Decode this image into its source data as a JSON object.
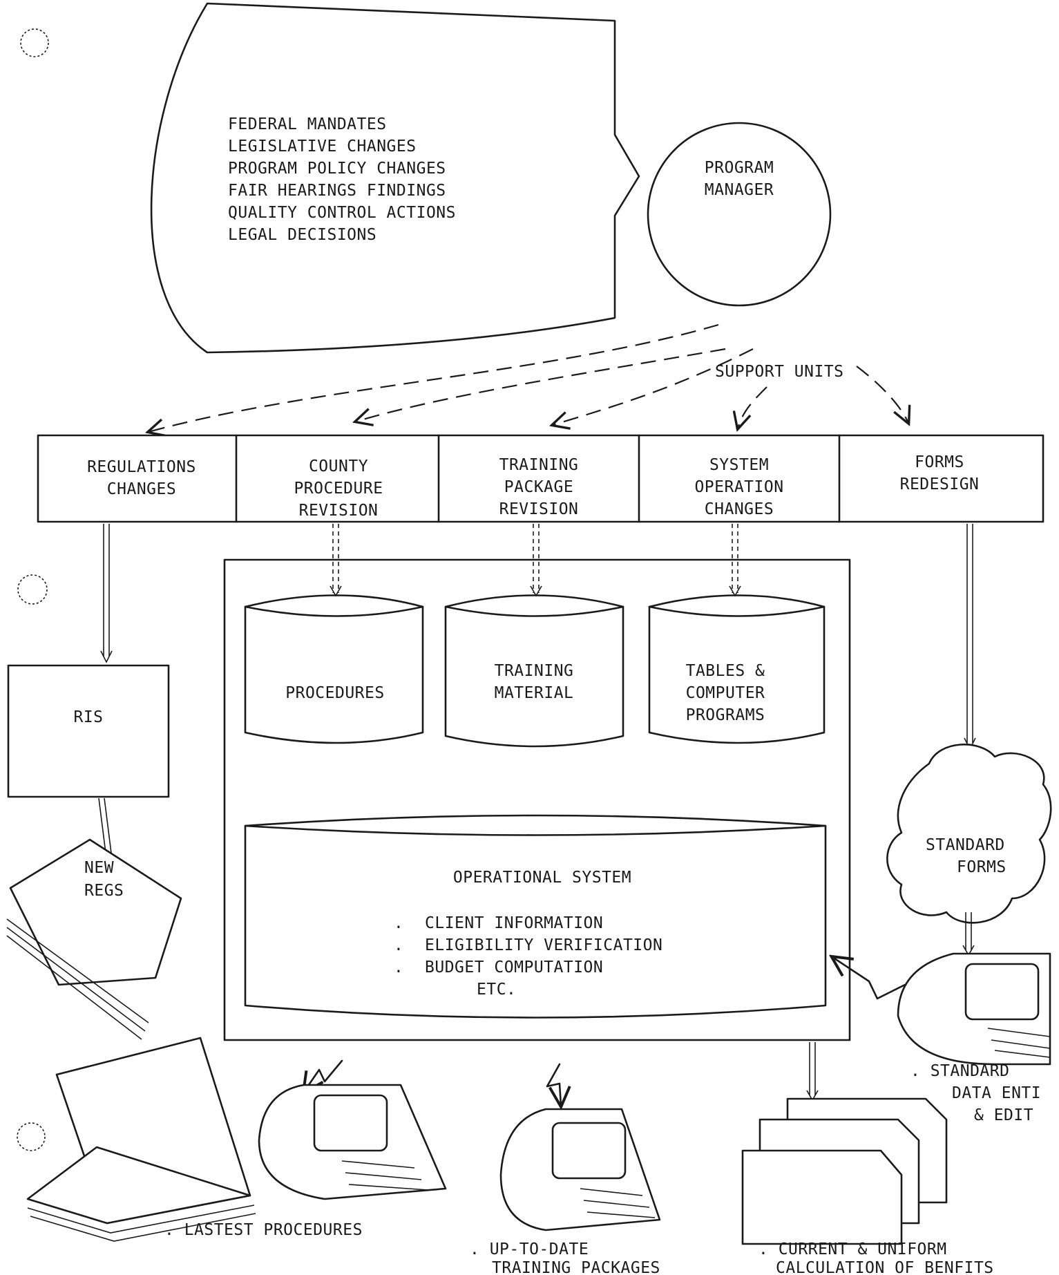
{
  "input_shape": {
    "lines": [
      "FEDERAL MANDATES",
      "LEGISLATIVE CHANGES",
      "PROGRAM POLICY CHANGES",
      "FAIR HEARINGS FINDINGS",
      "QUALITY CONTROL ACTIONS",
      "LEGAL DECISIONS"
    ]
  },
  "manager": {
    "line1": "PROGRAM",
    "line2": "MANAGER"
  },
  "support_units_label": "SUPPORT UNITS",
  "units": [
    {
      "lines": [
        "REGULATIONS",
        "CHANGES"
      ]
    },
    {
      "lines": [
        "COUNTY",
        "PROCEDURE",
        "REVISION"
      ]
    },
    {
      "lines": [
        "TRAINING",
        "PACKAGE",
        "REVISION"
      ]
    },
    {
      "lines": [
        "SYSTEM",
        "OPERATION",
        "CHANGES"
      ]
    },
    {
      "lines": [
        "FORMS",
        "REDESIGN"
      ]
    }
  ],
  "stores": [
    {
      "lines": [
        "PROCEDURES"
      ]
    },
    {
      "lines": [
        "TRAINING",
        "MATERIAL"
      ]
    },
    {
      "lines": [
        "TABLES &",
        "COMPUTER",
        "PROGRAMS"
      ]
    }
  ],
  "operational_system": {
    "title": "OPERATIONAL SYSTEM",
    "items": [
      {
        "bullet": ".",
        "text": "CLIENT INFORMATION"
      },
      {
        "bullet": ".",
        "text": "ELIGIBILITY VERIFICATION"
      },
      {
        "bullet": ".",
        "text": "BUDGET COMPUTATION"
      },
      {
        "bullet": "",
        "text": "ETC."
      }
    ]
  },
  "ris_label": "RIS",
  "new_regs": {
    "line1": "NEW",
    "line2": "REGS"
  },
  "standard_forms": {
    "line1": "STANDARD",
    "line2": "FORMS"
  },
  "outputs": {
    "standard_data_entry": {
      "line1": ". STANDARD",
      "line2": "DATA ENTI",
      "line3": "& EDIT"
    },
    "latest_procedures": ". LASTEST PROCEDURES",
    "training_packages": {
      "line1": ". UP-TO-DATE",
      "line2": "TRAINING PACKAGES"
    },
    "benefits": {
      "line1": ". CURRENT & UNIFORM",
      "line2": "CALCULATION OF BENFITS"
    }
  }
}
